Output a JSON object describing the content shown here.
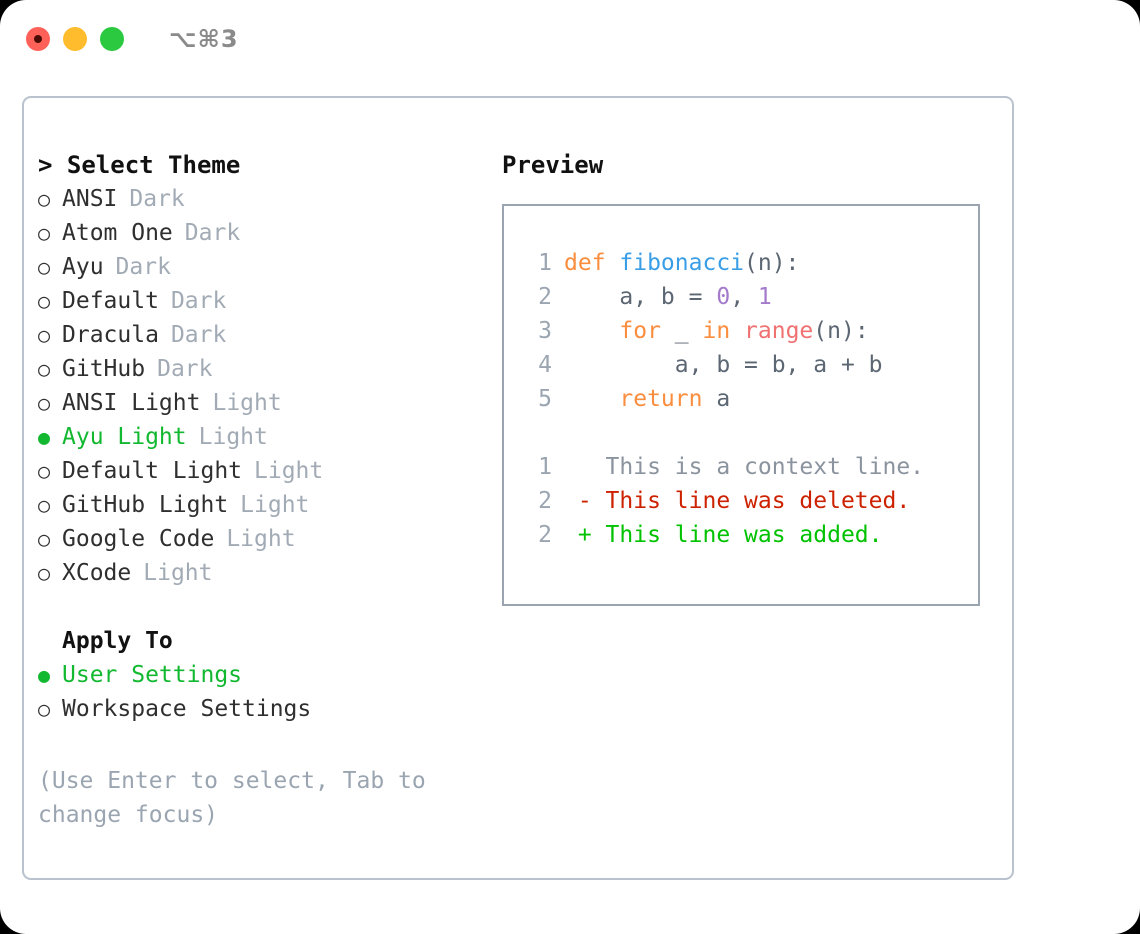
{
  "titlebar": {
    "shortcut": "⌥⌘3",
    "buttons": [
      "close",
      "minimize",
      "maximize"
    ]
  },
  "theme_panel": {
    "title": "> Select Theme",
    "options": [
      {
        "marker": "○",
        "label": "ANSI",
        "suffix": "Dark",
        "selected": false
      },
      {
        "marker": "○",
        "label": "Atom One",
        "suffix": "Dark",
        "selected": false
      },
      {
        "marker": "○",
        "label": "Ayu",
        "suffix": "Dark",
        "selected": false
      },
      {
        "marker": "○",
        "label": "Default",
        "suffix": "Dark",
        "selected": false
      },
      {
        "marker": "○",
        "label": "Dracula",
        "suffix": "Dark",
        "selected": false
      },
      {
        "marker": "○",
        "label": "GitHub",
        "suffix": "Dark",
        "selected": false
      },
      {
        "marker": "○",
        "label": "ANSI Light",
        "suffix": "Light",
        "selected": false
      },
      {
        "marker": "●",
        "label": "Ayu Light",
        "suffix": "Light",
        "selected": true
      },
      {
        "marker": "○",
        "label": "Default Light",
        "suffix": "Light",
        "selected": false
      },
      {
        "marker": "○",
        "label": "GitHub Light",
        "suffix": "Light",
        "selected": false
      },
      {
        "marker": "○",
        "label": "Google Code",
        "suffix": "Light",
        "selected": false
      },
      {
        "marker": "○",
        "label": "XCode",
        "suffix": "Light",
        "selected": false
      }
    ]
  },
  "apply_to": {
    "header": "Apply To",
    "options": [
      {
        "marker": "●",
        "label": "User Settings",
        "selected": true
      },
      {
        "marker": "○",
        "label": "Workspace Settings",
        "selected": false
      }
    ]
  },
  "hint": "(Use Enter to select, Tab to change focus)",
  "preview": {
    "title": "Preview",
    "code_lines": [
      {
        "no": "1",
        "tokens": [
          {
            "t": "def ",
            "c": "kw"
          },
          {
            "t": "fibonacci",
            "c": "fn"
          },
          {
            "t": "(n):",
            "c": "txt"
          }
        ]
      },
      {
        "no": "2",
        "tokens": [
          {
            "t": "    a, b = ",
            "c": "txt"
          },
          {
            "t": "0",
            "c": "num"
          },
          {
            "t": ", ",
            "c": "txt"
          },
          {
            "t": "1",
            "c": "num"
          }
        ]
      },
      {
        "no": "3",
        "tokens": [
          {
            "t": "    ",
            "c": "txt"
          },
          {
            "t": "for",
            "c": "kw"
          },
          {
            "t": " _ ",
            "c": "txt"
          },
          {
            "t": "in",
            "c": "kw"
          },
          {
            "t": " ",
            "c": "txt"
          },
          {
            "t": "range",
            "c": "call"
          },
          {
            "t": "(n):",
            "c": "txt"
          }
        ]
      },
      {
        "no": "4",
        "tokens": [
          {
            "t": "        a, b = b, a + b",
            "c": "txt"
          }
        ]
      },
      {
        "no": "5",
        "tokens": [
          {
            "t": "    ",
            "c": "txt"
          },
          {
            "t": "return",
            "c": "kw"
          },
          {
            "t": " a",
            "c": "txt"
          }
        ]
      }
    ],
    "diff_lines": [
      {
        "no": "1",
        "tokens": [
          {
            "t": "   This is a context line.",
            "c": "ctx"
          }
        ]
      },
      {
        "no": "2",
        "tokens": [
          {
            "t": " - This line was deleted.",
            "c": "del"
          }
        ]
      },
      {
        "no": "2",
        "tokens": [
          {
            "t": " + This line was added.",
            "c": "add"
          }
        ]
      }
    ]
  },
  "colors": {
    "accent_green": "#12b830",
    "muted": "#a2abb5",
    "border": "#b9c2cd",
    "preview_border": "#9aa5b1",
    "keyword": "#fa8d3e",
    "function": "#399ee6",
    "number": "#a37acc",
    "builtin": "#f07171",
    "foreground": "#5c6773",
    "diff_delete": "#cc2200",
    "diff_add": "#00c200",
    "traffic_red": "#ff6159",
    "traffic_yellow": "#ffbd2e",
    "traffic_green": "#2ac940"
  }
}
